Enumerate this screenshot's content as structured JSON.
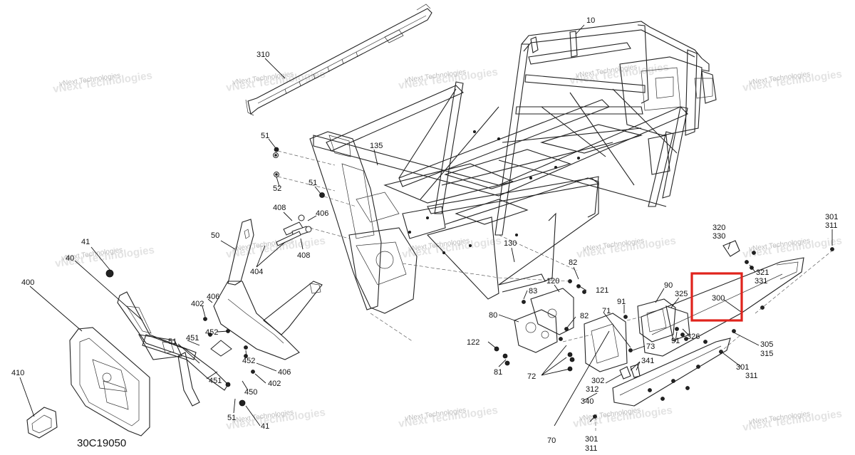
{
  "diagram": {
    "reference_code": "30C19050",
    "watermark_text": "vNext Technologies",
    "highlight_color": "#e0231c",
    "callouts": {
      "c10": "10",
      "c310": "310",
      "c135": "135",
      "c51a": "51",
      "c52": "52",
      "c51b": "51",
      "c408a": "408",
      "c406a": "406",
      "c408b": "408",
      "c404": "404",
      "c50": "50",
      "c41a": "41",
      "c40": "40",
      "c400": "400",
      "c410": "410",
      "c402a": "402",
      "c406b": "406",
      "c452a": "452",
      "c451a": "451",
      "c51c": "51",
      "c452b": "452",
      "c406c": "406",
      "c402b": "402",
      "c451b": "451",
      "c450": "450",
      "c51d": "51",
      "c41b": "41",
      "c130": "130",
      "c82a": "82",
      "c121": "121",
      "c120": "120",
      "c83": "83",
      "c80": "80",
      "c82b": "82",
      "c122": "122",
      "c81": "81",
      "c71": "71",
      "c72": "72",
      "c73": "73",
      "c91a": "91",
      "c90": "90",
      "c325": "325",
      "c326": "326",
      "c91b": "91",
      "c300": "300",
      "c320": "320",
      "c330": "330",
      "c321": "321",
      "c331": "331",
      "c301a": "301",
      "c311a": "311",
      "c305": "305",
      "c315": "315",
      "c301b": "301",
      "c311b": "311",
      "c302": "302",
      "c312": "312",
      "c341": "341",
      "c340": "340",
      "c70": "70",
      "c301c": "301",
      "c311c": "311"
    }
  }
}
